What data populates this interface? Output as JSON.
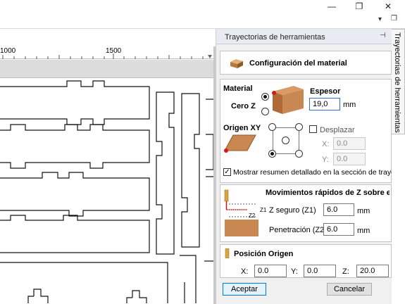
{
  "window": {
    "minimize_glyph": "—",
    "restore_glyph": "❐",
    "close_glyph": "✕"
  },
  "ruler": {
    "labels": [
      "1000",
      "1500"
    ]
  },
  "panel": {
    "title": "Trayectorias de herramientas",
    "side_tab": "Trayectorias de herramientas"
  },
  "material_config": {
    "title": "Configuración del material",
    "icon": "material-block-icon"
  },
  "material": {
    "section_label": "Material",
    "zero_z_label": "Cero Z",
    "zero_z_selected": "top",
    "thickness_label": "Espesor",
    "thickness_value": "19,0",
    "thickness_unit": "mm",
    "xy_origin_label": "Origen XY",
    "offset_label": "Desplazar",
    "offset_checked": false,
    "x_label": "X:",
    "x_value": "0.0",
    "y_label": "Y:",
    "y_value": "0.0",
    "xy_origin_selected": "bottom-left",
    "show_summary_label": "Mostrar resumen detallado en la sección de trayecto",
    "show_summary_checked": true
  },
  "rapid_z": {
    "title": "Movimientos rápidos de Z sobre el Material",
    "diagram_labels": [
      "Z1",
      "Z2"
    ],
    "safe_z_label": "Z seguro (Z1)",
    "safe_z_value": "6.0",
    "safe_z_unit": "mm",
    "plunge_label": "Penetración (Z2)",
    "plunge_value": "6.0",
    "plunge_unit": "mm"
  },
  "home_position": {
    "title": "Posición Origen",
    "x_label": "X:",
    "x_value": "0.0",
    "y_label": "Y:",
    "y_value": "0.0",
    "z_label": "Z:",
    "z_value": "20.0"
  },
  "actions": {
    "accept": "Aceptar",
    "cancel": "Cancelar"
  }
}
